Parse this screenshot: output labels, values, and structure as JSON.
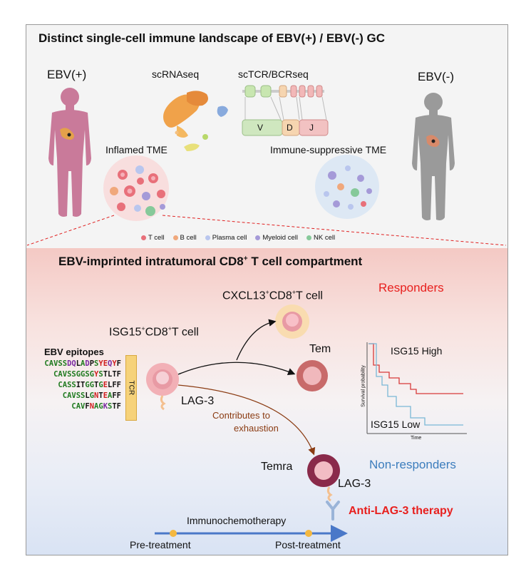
{
  "top": {
    "title": "Distinct single-cell immune landscape of EBV(+) / EBV(-) GC",
    "ebv_pos": "EBV(+)",
    "ebv_neg": "EBV(-)",
    "scrnaseq": "scRNAseq",
    "sctcr": "scTCR/BCRseq",
    "segments": [
      "V",
      "D",
      "J"
    ],
    "inflamed": "Inflamed TME",
    "suppressive": "Immune-suppressive  TME",
    "legend": [
      {
        "label": "T cell",
        "color": "#e8707a"
      },
      {
        "label": "B cell",
        "color": "#f0a87c"
      },
      {
        "label": "Plasma cell",
        "color": "#b9c6ee"
      },
      {
        "label": "Myeloid cell",
        "color": "#a59ad8"
      },
      {
        "label": "NK cell",
        "color": "#86c99a"
      }
    ]
  },
  "bottom": {
    "title_main": "EBV-imprinted intratumoral CD8",
    "title_sup": "+",
    "title_end": " T cell compartment",
    "responders": "Responders",
    "non_responders": "Non-responders",
    "cxcl13": {
      "a": "CXCL13",
      "s1": "+",
      "b": "CD8",
      "s2": "+",
      "c": "T cell"
    },
    "isg15": {
      "a": "ISG15",
      "s1": "+",
      "b": "CD8",
      "s2": "+",
      "c": "T cell"
    },
    "tem": "Tem",
    "temra": "Temra",
    "lag3": "LAG-3",
    "lag3_b": "LAG-3",
    "contributes": "Contributes to",
    "exhaustion": "exhaustion",
    "anti_lag3": "Anti-LAG-3 therapy",
    "epitopes_title": "EBV epitopes",
    "tcr_label": "TCR",
    "tcr_sequences": [
      "CAVSSDQLADPSYEQYF",
      "CAVSSGGSGYSTLTF",
      "CASSITGGTGELFF",
      "CAVSSLGNTEAFF",
      "CAVFNAGKSTF"
    ],
    "km": {
      "high": "ISG15 High",
      "low": "ISG15 Low",
      "ylabel": "Survival probability",
      "xlabel": "Time"
    },
    "timeline": {
      "therapy": "Immunochemotherapy",
      "pre": "Pre-treatment",
      "post": "Post-treatment"
    }
  },
  "colors": {
    "red": "#e8201e",
    "blue": "#3c7dbd",
    "brown": "#8a3b12",
    "km_high": "#d83a3a",
    "km_low": "#7ab8d6"
  }
}
